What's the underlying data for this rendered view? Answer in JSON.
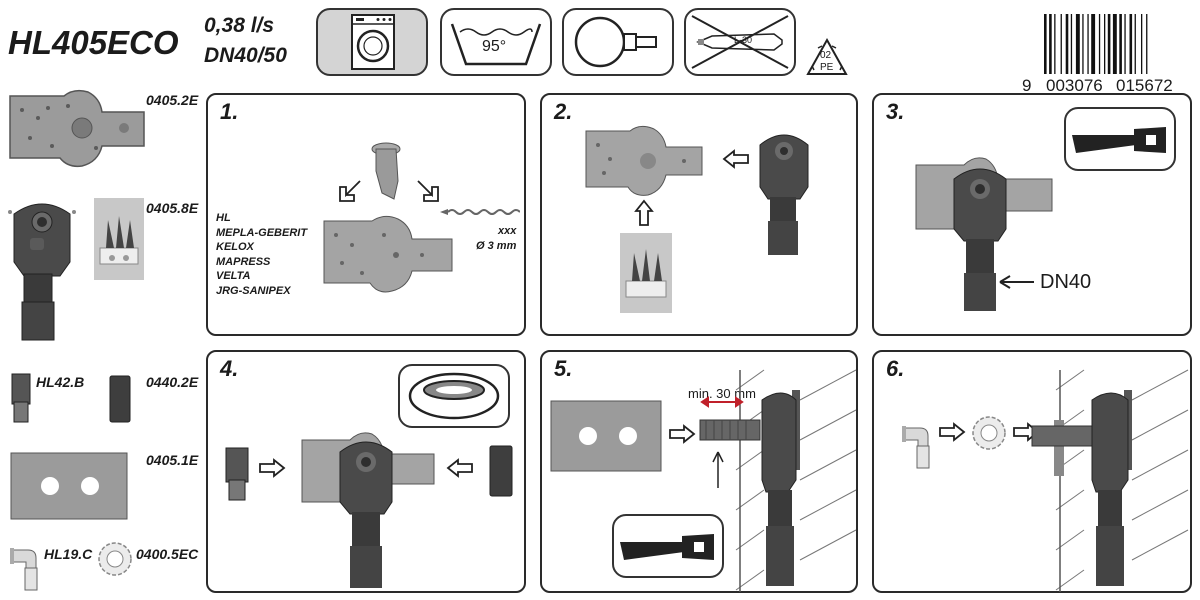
{
  "header": {
    "model": "HL405ECO",
    "flow": "0,38 l/s",
    "dn": "DN40/50",
    "temp_label": "95°",
    "tape_label": "L-30",
    "recycle_code": "02",
    "recycle_material": "PE",
    "barcode_first": "9",
    "barcode_group1": "003076",
    "barcode_group2": "015672"
  },
  "parts": [
    {
      "code": "0405.2E"
    },
    {
      "code": "0405.8E"
    },
    {
      "code": "HL42.B"
    },
    {
      "code": "0440.2E"
    },
    {
      "code": "0405.1E"
    },
    {
      "code": "HL19.C"
    },
    {
      "code": "0400.5EC"
    }
  ],
  "steps": [
    {
      "num": "1.",
      "brands": [
        "HL",
        "MEPLA-GEBERIT",
        "KELOX",
        "MAPRESS",
        "VELTA",
        "JRG-SANIPEX"
      ],
      "screw_label": "xxx",
      "diameter": "Ø 3 mm"
    },
    {
      "num": "2."
    },
    {
      "num": "3.",
      "dn_label": "DN40"
    },
    {
      "num": "4."
    },
    {
      "num": "5.",
      "min_label": "min. 30 mm"
    },
    {
      "num": "6."
    }
  ],
  "colors": {
    "metal": "#8c8c8c",
    "dark": "#3a3a3a",
    "outline": "#2a2a2a",
    "plate": "#9a9a9a",
    "arrow_red": "#c0202a"
  }
}
